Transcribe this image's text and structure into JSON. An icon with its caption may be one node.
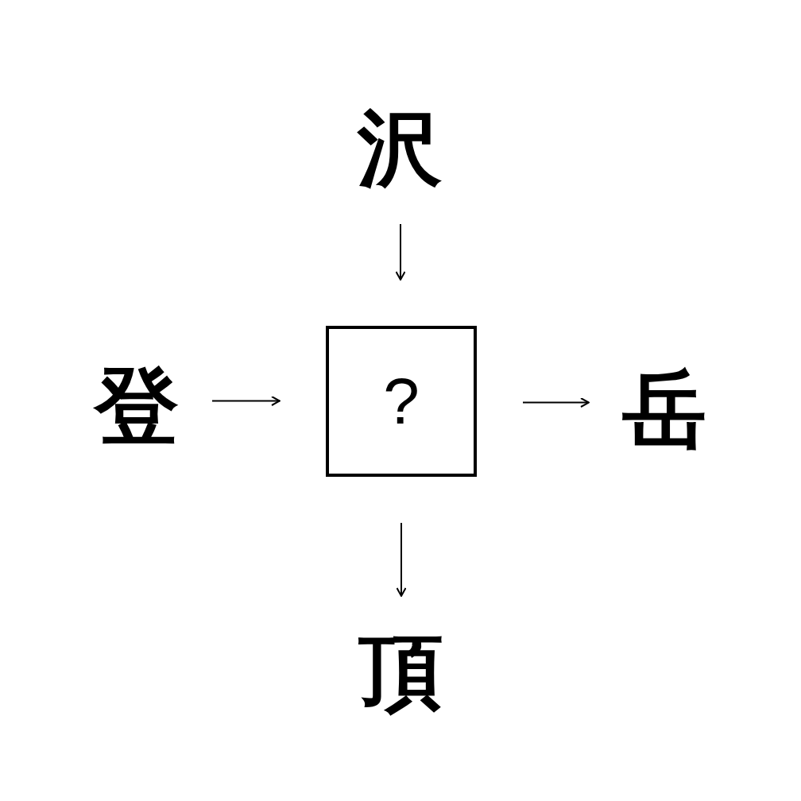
{
  "diagram": {
    "nodes": [
      {
        "text": [
          "沢"
        ]
      },
      {
        "text": [
          "登"
        ]
      },
      {
        "text": [
          "?"
        ]
      },
      {
        "text": [
          "岳"
        ]
      },
      {
        "text": [
          "頂"
        ]
      }
    ],
    "edges": [
      {
        "from": 0,
        "to": 2,
        "arrow": "to"
      },
      {
        "from": 1,
        "to": 2,
        "arrow": "to"
      },
      {
        "from": 2,
        "to": 3,
        "arrow": "to"
      },
      {
        "from": 2,
        "to": 4,
        "arrow": "to"
      }
    ]
  }
}
